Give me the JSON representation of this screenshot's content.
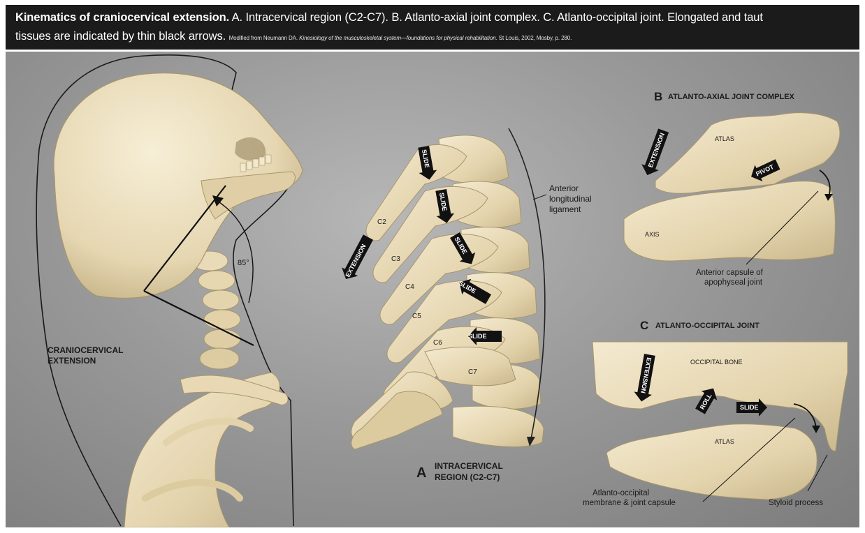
{
  "header": {
    "title_bold": "Kinematics of craniocervical extension.",
    "title_rest": " A. Intracervical region (C2-C7). B. Atlanto-axial joint complex. C. Atlanto-occipital joint. Elongated and taut",
    "line2": "tissues are indicated by thin black arrows.",
    "credit_prefix": "Modified from Neumann DA. ",
    "credit_italic": "Kinesiology of the musculoskeletal system—foundations for physical rehabilitation.",
    "credit_suffix": " St Louis, 2002, Mosby, p. 280."
  },
  "left_panel": {
    "label_line1": "CRANIOCERVICAL",
    "label_line2": "EXTENSION",
    "angle": "85°"
  },
  "panel_a": {
    "letter": "A",
    "title_line1": "INTRACERVICAL",
    "title_line2": "REGION (C2-C7)",
    "ligament_line1": "Anterior",
    "ligament_line2": "longitudinal",
    "ligament_line3": "ligament",
    "vertebrae": [
      "C2",
      "C3",
      "C4",
      "C5",
      "C6",
      "C7"
    ],
    "slide": "SLIDE",
    "extension": "EXTENSION"
  },
  "panel_b": {
    "letter": "B",
    "title": "ATLANTO-AXIAL JOINT COMPLEX",
    "atlas": "ATLAS",
    "axis": "AXIS",
    "pivot": "PIVOT",
    "extension": "EXTENSION",
    "capsule_line1": "Anterior capsule of",
    "capsule_line2": "apophyseal joint"
  },
  "panel_c": {
    "letter": "C",
    "title": "ATLANTO-OCCIPITAL JOINT",
    "occipital": "OCCIPITAL BONE",
    "atlas": "ATLAS",
    "extension": "EXTENSION",
    "roll": "ROLL",
    "slide": "SLIDE",
    "membrane_line1": "Atlanto-occipital",
    "membrane_line2": "membrane & joint capsule",
    "styloid": "Styloid process"
  },
  "colors": {
    "bone": "#ecdfbf",
    "bone_shade": "#cdbd93",
    "header_bg": "#1b1b1b",
    "panel_bg": "#9a9a9a"
  }
}
